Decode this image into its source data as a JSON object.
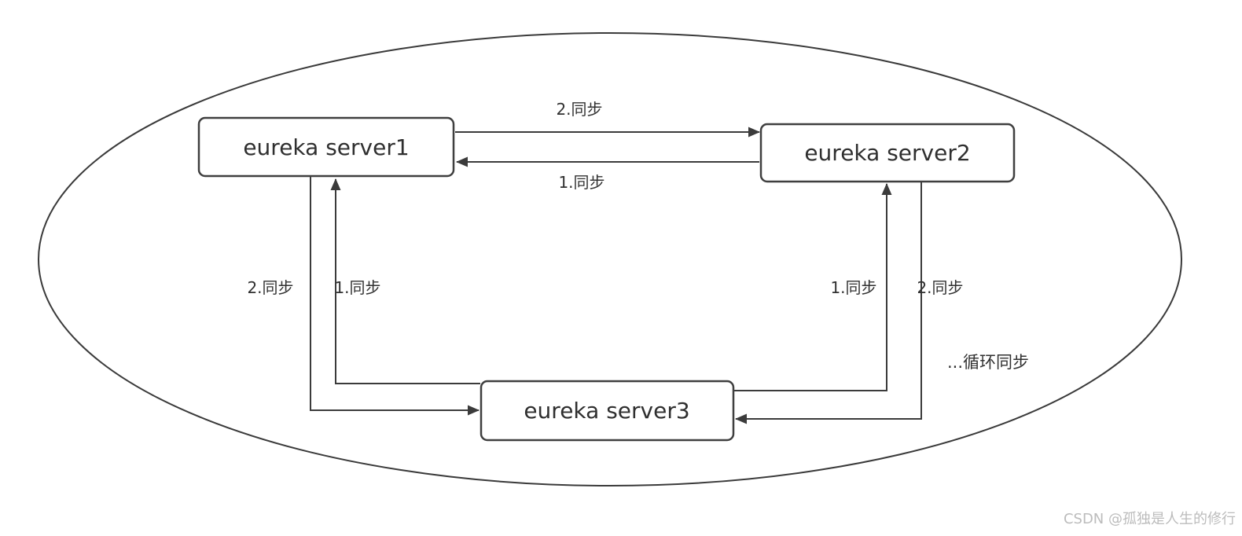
{
  "diagram": {
    "nodes": [
      {
        "id": "server1",
        "label": "eureka server1"
      },
      {
        "id": "server2",
        "label": "eureka server2"
      },
      {
        "id": "server3",
        "label": "eureka server3"
      }
    ],
    "edges": [
      {
        "from": "server1",
        "to": "server2",
        "label": "2.同步"
      },
      {
        "from": "server2",
        "to": "server1",
        "label": "1.同步"
      },
      {
        "from": "server1",
        "to": "server3",
        "label": "2.同步"
      },
      {
        "from": "server3",
        "to": "server1",
        "label": "1.同步"
      },
      {
        "from": "server3",
        "to": "server2",
        "label": "1.同步"
      },
      {
        "from": "server2",
        "to": "server3",
        "label": "2.同步"
      }
    ],
    "annotation": "...循环同步",
    "colors": {
      "line": "#3b3b3b",
      "node_border": "#3f3f3f",
      "text": "#2f2f2f",
      "watermark": "#bcbcbc",
      "background": "#ffffff"
    }
  },
  "watermark": "CSDN @孤独是人生的修行"
}
